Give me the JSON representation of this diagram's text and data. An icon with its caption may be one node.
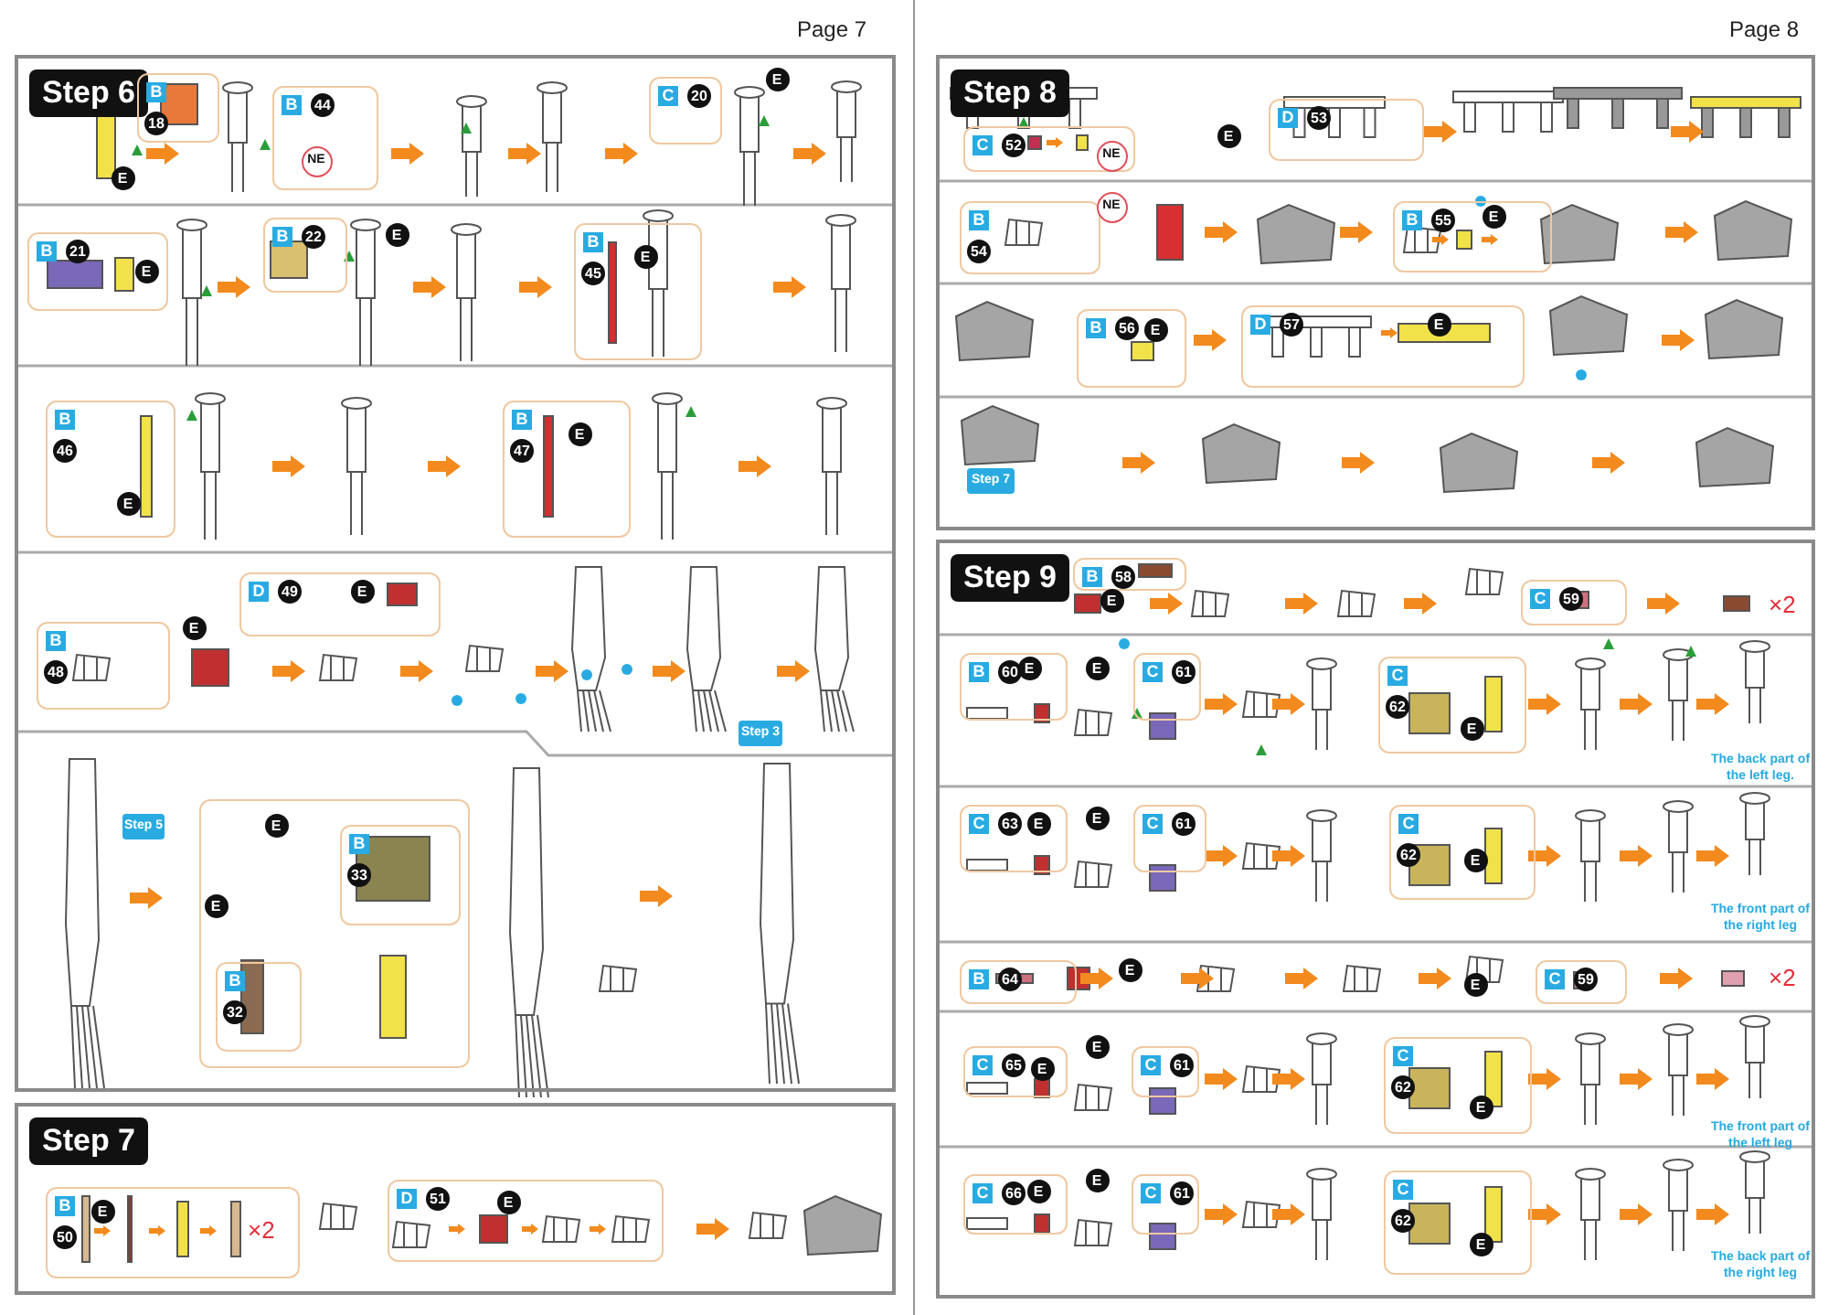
{
  "diagram": {
    "nodes": [
      {
        "text": [
          "Step 6"
        ]
      },
      {
        "text": [
          "B",
          "18"
        ],
        "in": 0
      },
      {
        "text": [
          "B",
          "44"
        ],
        "in": 0
      },
      {
        "text": [
          "C",
          "20"
        ],
        "in": 0
      },
      {
        "text": [
          "B",
          "21"
        ],
        "in": 0
      },
      {
        "text": [
          "B",
          "22"
        ],
        "in": 0
      },
      {
        "text": [
          "B",
          "45"
        ],
        "in": 0
      },
      {
        "text": [
          "B",
          "46"
        ],
        "in": 0
      },
      {
        "text": [
          "B",
          "47"
        ],
        "in": 0
      },
      {
        "text": [
          "B",
          "48"
        ],
        "in": 0
      },
      {
        "text": [
          "D",
          "49"
        ],
        "in": 0
      },
      {
        "text": [],
        "shape": "box",
        "in": 0
      },
      {
        "text": [
          "B",
          "33"
        ],
        "in": 11
      },
      {
        "text": [
          "B",
          "32"
        ],
        "in": 11
      },
      {
        "text": [
          "Step 5"
        ],
        "in": 0
      },
      {
        "text": [
          "Step 3"
        ],
        "in": 0
      },
      {
        "text": [
          "Step 7"
        ]
      },
      {
        "text": [
          "B",
          "50"
        ],
        "in": 16
      },
      {
        "text": [
          "D",
          "51"
        ],
        "in": 16
      },
      {
        "text": [
          "Step 8"
        ]
      },
      {
        "text": [
          "C",
          "52"
        ],
        "in": 19
      },
      {
        "text": [
          "D",
          "53"
        ],
        "in": 19
      },
      {
        "text": [
          "B",
          "54"
        ],
        "in": 19
      },
      {
        "text": [
          "B",
          "55"
        ],
        "in": 19
      },
      {
        "text": [
          "B",
          "56"
        ],
        "in": 19
      },
      {
        "text": [
          "D",
          "57"
        ],
        "in": 19
      },
      {
        "text": [
          "Step 7"
        ],
        "in": 19
      },
      {
        "text": [
          "Step 9"
        ]
      },
      {
        "text": [
          "B",
          "58"
        ],
        "in": 27
      },
      {
        "text": [
          "C",
          "59"
        ],
        "in": 27
      },
      {
        "text": [
          "B",
          "60"
        ],
        "in": 27
      },
      {
        "text": [
          "C",
          "61"
        ],
        "in": 27
      },
      {
        "text": [
          "C",
          "62"
        ],
        "in": 27
      },
      {
        "text": [
          "C",
          "63"
        ],
        "in": 27
      },
      {
        "text": [
          "C",
          "61"
        ],
        "in": 27
      },
      {
        "text": [
          "C",
          "62"
        ],
        "in": 27
      },
      {
        "text": [
          "B",
          "64"
        ],
        "in": 27
      },
      {
        "text": [
          "C",
          "59"
        ],
        "in": 27
      },
      {
        "text": [
          "C",
          "65"
        ],
        "in": 27
      },
      {
        "text": [
          "C",
          "61"
        ],
        "in": 27
      },
      {
        "text": [
          "C",
          "62"
        ],
        "in": 27
      },
      {
        "text": [
          "C",
          "66"
        ],
        "in": 27
      },
      {
        "text": [
          "C",
          "61"
        ],
        "in": 27
      },
      {
        "text": [
          "C",
          "62"
        ],
        "in": 27
      }
    ],
    "labels": [
      "Page 7",
      "E",
      "NE",
      "E",
      "E",
      "E",
      "E",
      "E",
      "E",
      "E",
      "E",
      "E",
      "E",
      "E",
      "×2",
      "E",
      "Page 8",
      "E",
      "NE",
      "NE",
      "E",
      "E",
      "E",
      "E",
      "×2",
      "E",
      "E",
      "E",
      "The back part of the left leg.",
      "E",
      "E",
      "E",
      "The front part of the right leg",
      "E",
      "E",
      "×2",
      "E",
      "E",
      "E",
      "The front part of the left leg",
      "E",
      "E",
      "E",
      "The back part of the right leg"
    ]
  }
}
